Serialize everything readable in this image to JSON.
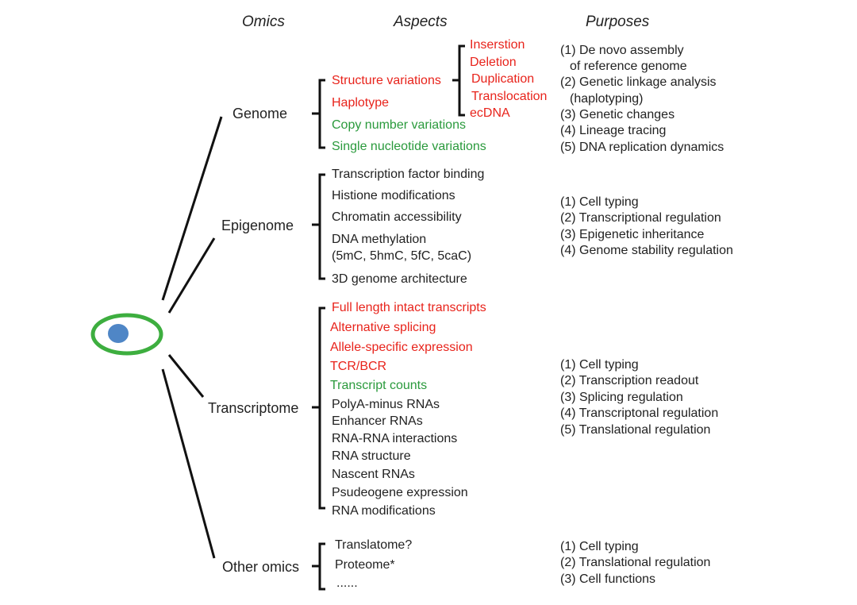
{
  "headers": {
    "omics": "Omics",
    "aspects": "Aspects",
    "purposes": "Purposes"
  },
  "colors": {
    "red": "#e8231b",
    "green": "#2a9a3c",
    "black": "#222222",
    "cell_fill": "#4f86c6",
    "cell_ring": "#3dae3f"
  },
  "genome": {
    "label": "Genome",
    "aspects": [
      {
        "text": "Structure variations",
        "color": "red"
      },
      {
        "text": "Haplotype",
        "color": "red"
      },
      {
        "text": "Copy number variations",
        "color": "green"
      },
      {
        "text": "Single nucleotide variations",
        "color": "green"
      }
    ],
    "sub_aspects": [
      "Inserstion",
      "Deletion",
      "Duplication",
      "Translocation",
      "ecDNA"
    ],
    "purposes": [
      "(1) De novo assembly",
      "of reference genome",
      "(2) Genetic linkage analysis",
      "(haplotyping)",
      "(3) Genetic changes",
      "(4) Lineage tracing",
      "(5) DNA replication dynamics"
    ]
  },
  "epigenome": {
    "label": "Epigenome",
    "aspects": [
      "Transcription factor binding",
      "Histione modifications",
      "Chromatin accessibility",
      "DNA methylation",
      "(5mC, 5hmC, 5fC, 5caC)",
      "3D genome architecture"
    ],
    "purposes": [
      "(1) Cell typing",
      "(2) Transcriptional regulation",
      "(3) Epigenetic inheritance",
      "(4) Genome stability regulation"
    ]
  },
  "transcriptome": {
    "label": "Transcriptome",
    "aspects": [
      {
        "text": "Full length intact transcripts",
        "color": "red"
      },
      {
        "text": "Alternative splicing",
        "color": "red"
      },
      {
        "text": "Allele-specific expression",
        "color": "red"
      },
      {
        "text": "TCR/BCR",
        "color": "red"
      },
      {
        "text": "Transcript counts",
        "color": "green"
      },
      {
        "text": "PolyA-minus RNAs",
        "color": "black"
      },
      {
        "text": "Enhancer RNAs",
        "color": "black"
      },
      {
        "text": "RNA-RNA interactions",
        "color": "black"
      },
      {
        "text": "RNA structure",
        "color": "black"
      },
      {
        "text": "Nascent RNAs",
        "color": "black"
      },
      {
        "text": "Psudeogene expression",
        "color": "black"
      },
      {
        "text": "RNA modifications",
        "color": "black"
      }
    ],
    "purposes": [
      "(1) Cell typing",
      "(2) Transcription readout",
      "(3) Splicing regulation",
      "(4) Transcriptonal regulation",
      "(5) Translational regulation"
    ]
  },
  "other": {
    "label": "Other omics",
    "aspects": [
      "Translatome?",
      "Proteome*",
      "......"
    ],
    "purposes": [
      "(1) Cell typing",
      "(2) Translational regulation",
      "(3) Cell functions"
    ]
  }
}
